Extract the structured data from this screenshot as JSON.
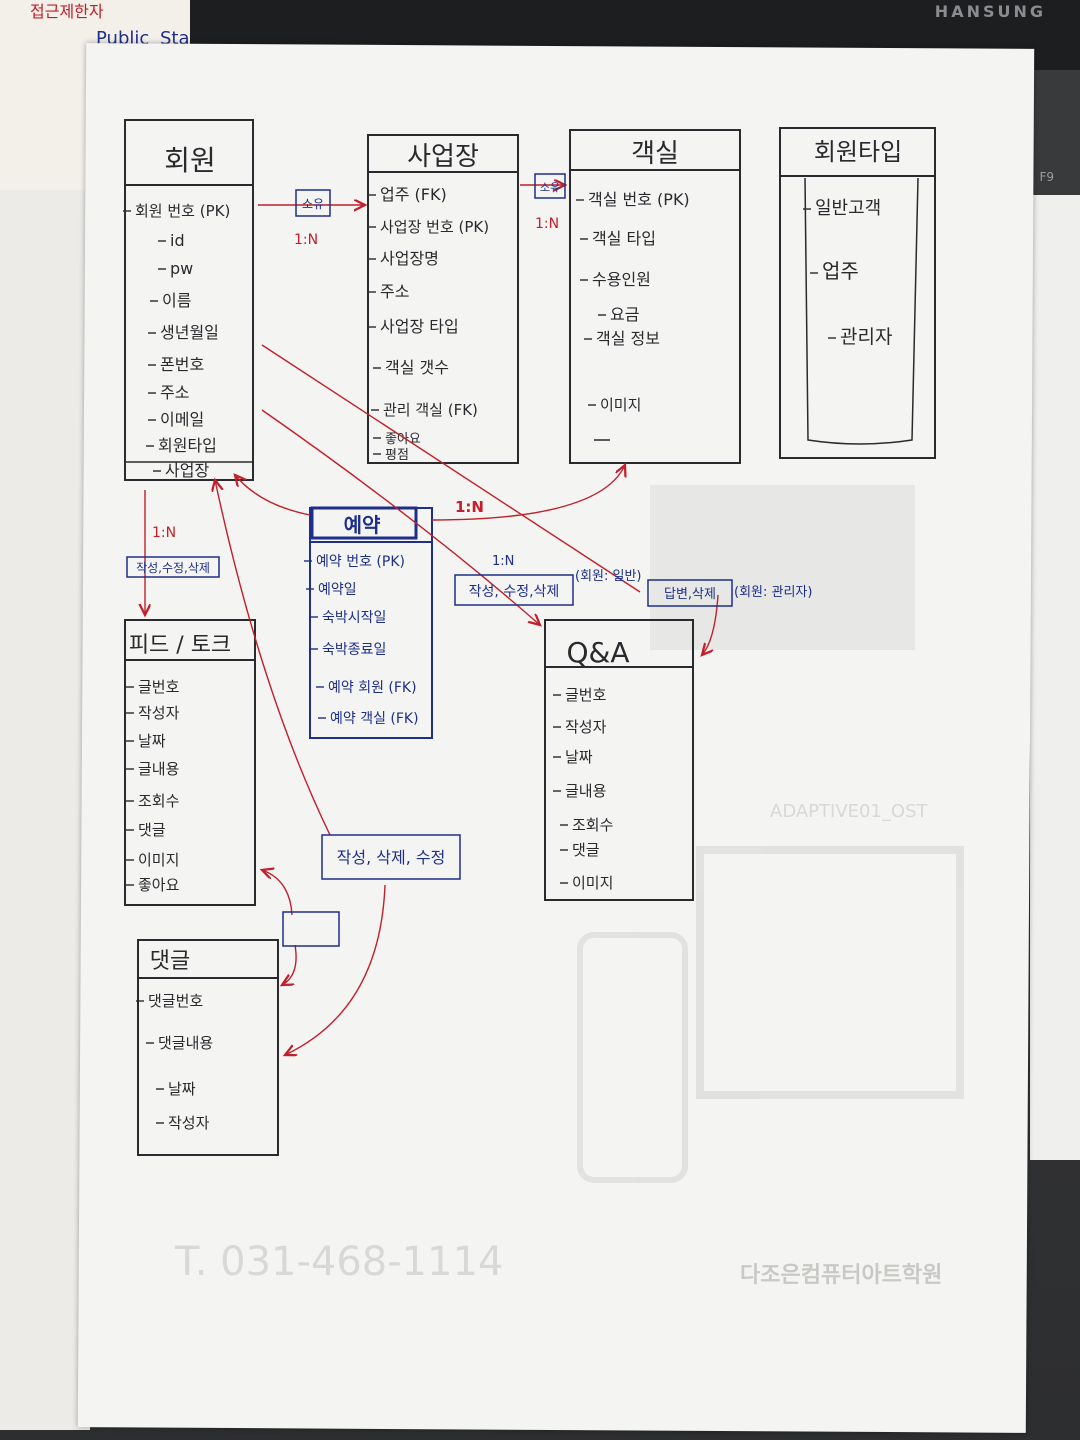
{
  "background": {
    "laptop_brand": "HANSUNG",
    "key_label": "F9",
    "sticky_note": [
      "접근제한자",
      "Public",
      "Sta"
    ]
  },
  "colors": {
    "ink": "#2a2a2e",
    "relation": "#c21f2a",
    "annotation": "#1e2f8a"
  },
  "entities": {
    "member": {
      "title": "회원",
      "fields": [
        "회원 번호 (PK)",
        "id",
        "pw",
        "이름",
        "생년월일",
        "폰번호",
        "주소",
        "이메일",
        "회원타입",
        "사업장"
      ]
    },
    "business": {
      "title": "사업장",
      "fields": [
        "업주 (FK)",
        "사업장 번호 (PK)",
        "사업장명",
        "주소",
        "사업장 타입",
        "객실 갯수",
        "관리 객실 (FK)",
        "좋아요",
        "평점"
      ]
    },
    "room": {
      "title": "객실",
      "fields": [
        "객실 번호 (PK)",
        "객실 타입",
        "수용인원",
        "요금",
        "객실 정보",
        "이미지",
        ""
      ]
    },
    "member_type": {
      "title": "회원타입",
      "fields": [
        "일반고객",
        "업주",
        "관리자"
      ]
    },
    "reservation": {
      "title": "예약",
      "fields": [
        "예약 번호 (PK)",
        "예약일",
        "숙박시작일",
        "숙박종료일",
        "예약 회원 (FK)",
        "예약 객실 (FK)"
      ]
    },
    "feed": {
      "title": "피드 / 토크",
      "fields": [
        "글번호",
        "작성자",
        "날짜",
        "글내용",
        "조회수",
        "댓글",
        "이미지",
        "좋아요"
      ]
    },
    "qna": {
      "title": "Q&A",
      "fields": [
        "글번호",
        "작성자",
        "날짜",
        "글내용",
        "조회수",
        "댓글",
        "이미지"
      ]
    },
    "comment": {
      "title": "댓글",
      "fields": [
        "댓글번호",
        "댓글내용",
        "날짜",
        "작성자"
      ]
    }
  },
  "relations": {
    "own_label_1": "소유",
    "own_card_1": "1:N",
    "own_label_2": "소유",
    "own_card_2": "1:N",
    "feed_card": "1:N",
    "feed_action": "작성,수정,삭제",
    "res_card": "1:N",
    "qna_card": "1:N",
    "qna_action": "작성, 수정,삭제",
    "qna_action_note": "(회원: 일반)",
    "answer_action": "답변,삭제",
    "answer_note": "(회원: 관리자)",
    "comment_action": "작성, 삭제, 수정"
  },
  "print_through": {
    "phone": "T. 031-468-1114",
    "footer": "다조은컴퓨터아트학원",
    "code": "ADAPTIVE01_OST"
  }
}
